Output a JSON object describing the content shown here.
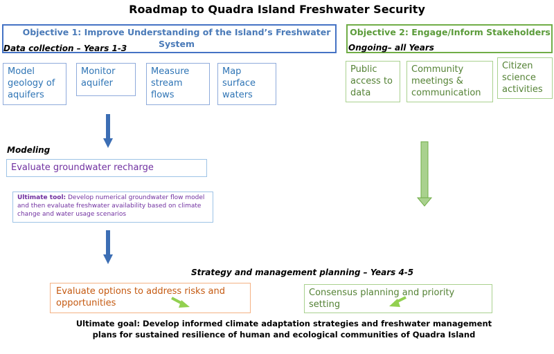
{
  "title": "Roadmap to Quadra Island Freshwater Security",
  "objective1": {
    "label": "Objective 1: Improve Understanding of the Island’s Freshwater System",
    "subtitle": "Data collection – Years 1-3",
    "items": [
      "Model geology of aquifers",
      "Monitor aquifer",
      "Measure stream flows",
      "Map surface waters"
    ]
  },
  "objective2": {
    "label": "Objective 2: Engage/Inform Stakeholders",
    "subtitle": "Ongoing– all Years",
    "items": [
      "Public access to data",
      "Community meetings & communication",
      "Citizen science activities"
    ]
  },
  "modeling": {
    "heading": "Modeling",
    "box": "Evaluate groundwater recharge",
    "tool_label": "Ultimate tool:",
    "tool_text": " Develop numerical groundwater flow model and then evaluate freshwater availability based on climate change and water usage scenarios"
  },
  "strategy": {
    "heading": "Strategy and management planning – Years 4-5",
    "left_box": "Evaluate options to address risks and opportunities",
    "right_box": "Consensus planning and priority setting"
  },
  "goal": "Ultimate goal: Develop informed climate adaptation strategies and freshwater management plans for sustained resilience of human and ecological communities of Quadra Island",
  "colors": {
    "blue": "#4472c4",
    "green": "#70ad47",
    "purple": "#7030a0",
    "orange": "#c55a11",
    "arrow_blue": "#3c6eb4",
    "arrow_green": "#92d050"
  }
}
